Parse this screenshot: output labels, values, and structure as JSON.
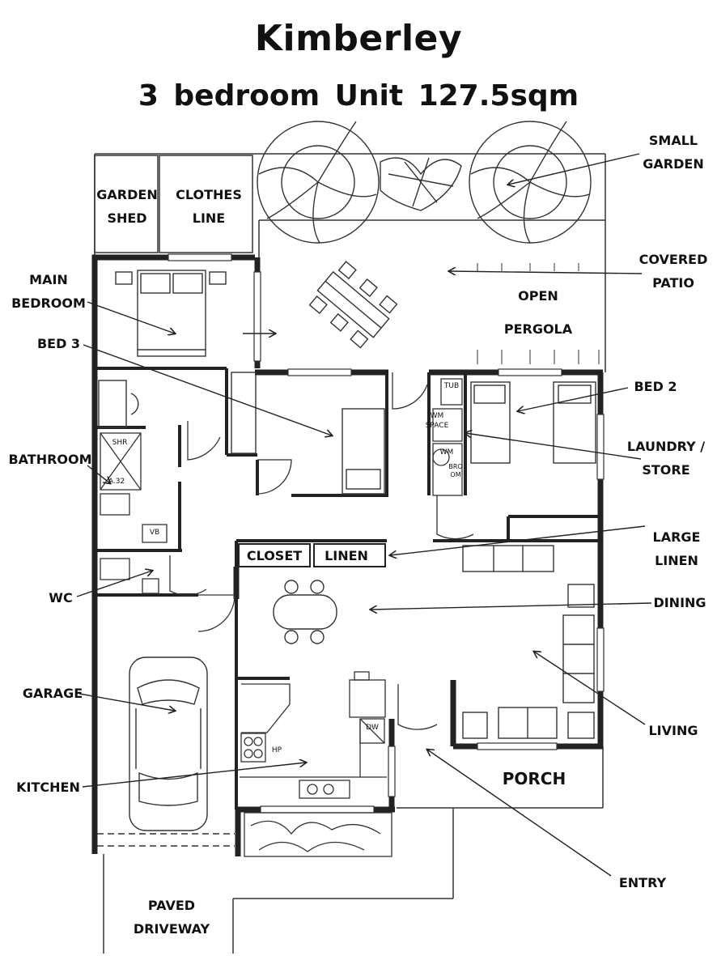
{
  "title": "Kimberley",
  "subtitle": "3 bedroom Unit   127.5sqm",
  "labels": {
    "garden_shed": "GARDEN\nSHED",
    "clothes_line": "CLOTHES\nLINE",
    "small_garden": "SMALL\nGARDEN",
    "covered_patio": "COVERED\nPATIO",
    "open": "OPEN",
    "pergola": "PERGOLA",
    "main_bedroom": "MAIN\nBEDROOM",
    "bed3": "BED 3",
    "bed2": "BED 2",
    "bathroom": "BATHROOM",
    "laundry_store": "LAUNDRY /\nSTORE",
    "large_linen": "LARGE\nLINEN",
    "closet": "CLOSET",
    "linen": "LINEN",
    "wc": "WC",
    "dining": "DINING",
    "garage": "GARAGE",
    "living": "LIVING",
    "kitchen": "KITCHEN",
    "porch": "PORCH",
    "entry": "ENTRY",
    "paved_driveway": "PAVED\nDRIVEWAY"
  },
  "fixture_labels": {
    "tub": "TUB",
    "wm_space": "WM\nSPACE",
    "wm": "WM",
    "broom": "BROOM",
    "shr": "SHR",
    "a32": "A.32",
    "vb": "VB",
    "hp": "HP",
    "dw": "DW"
  },
  "colors": {
    "wall": "#222222",
    "line": "#333333",
    "background": "#ffffff"
  }
}
